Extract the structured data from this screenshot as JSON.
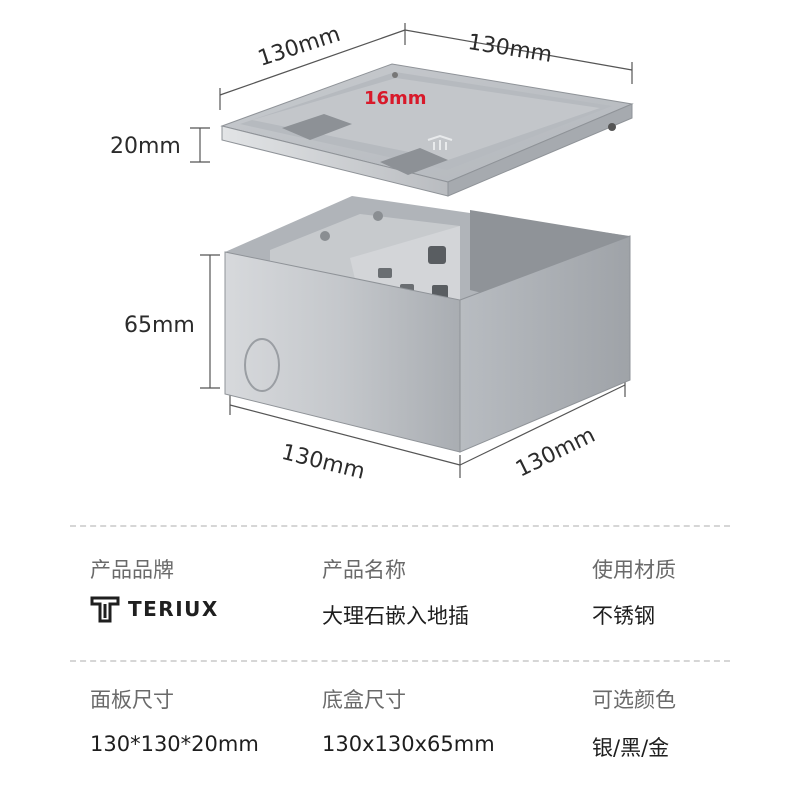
{
  "dimensions": {
    "top_left_width": "130mm",
    "top_right_depth": "130mm",
    "panel_height": "20mm",
    "inner_depth": "16mm",
    "box_height": "65mm",
    "bottom_left_width": "130mm",
    "bottom_right_depth": "130mm"
  },
  "specs": {
    "row1": {
      "brand_label": "产品品牌",
      "brand_value": "TERIUX",
      "name_label": "产品名称",
      "name_value": "大理石嵌入地插",
      "material_label": "使用材质",
      "material_value": "不锈钢"
    },
    "row2": {
      "panel_label": "面板尺寸",
      "panel_value": "130*130*20mm",
      "base_label": "底盒尺寸",
      "base_value": "130x130x65mm",
      "color_label": "可选颜色",
      "color_value": "银/黑/金"
    }
  },
  "colors": {
    "steel": "#c9ccd0",
    "steel_dark": "#9ea2a7",
    "accent_red": "#d8192a"
  },
  "icons": [
    "teriux-logo-icon"
  ]
}
